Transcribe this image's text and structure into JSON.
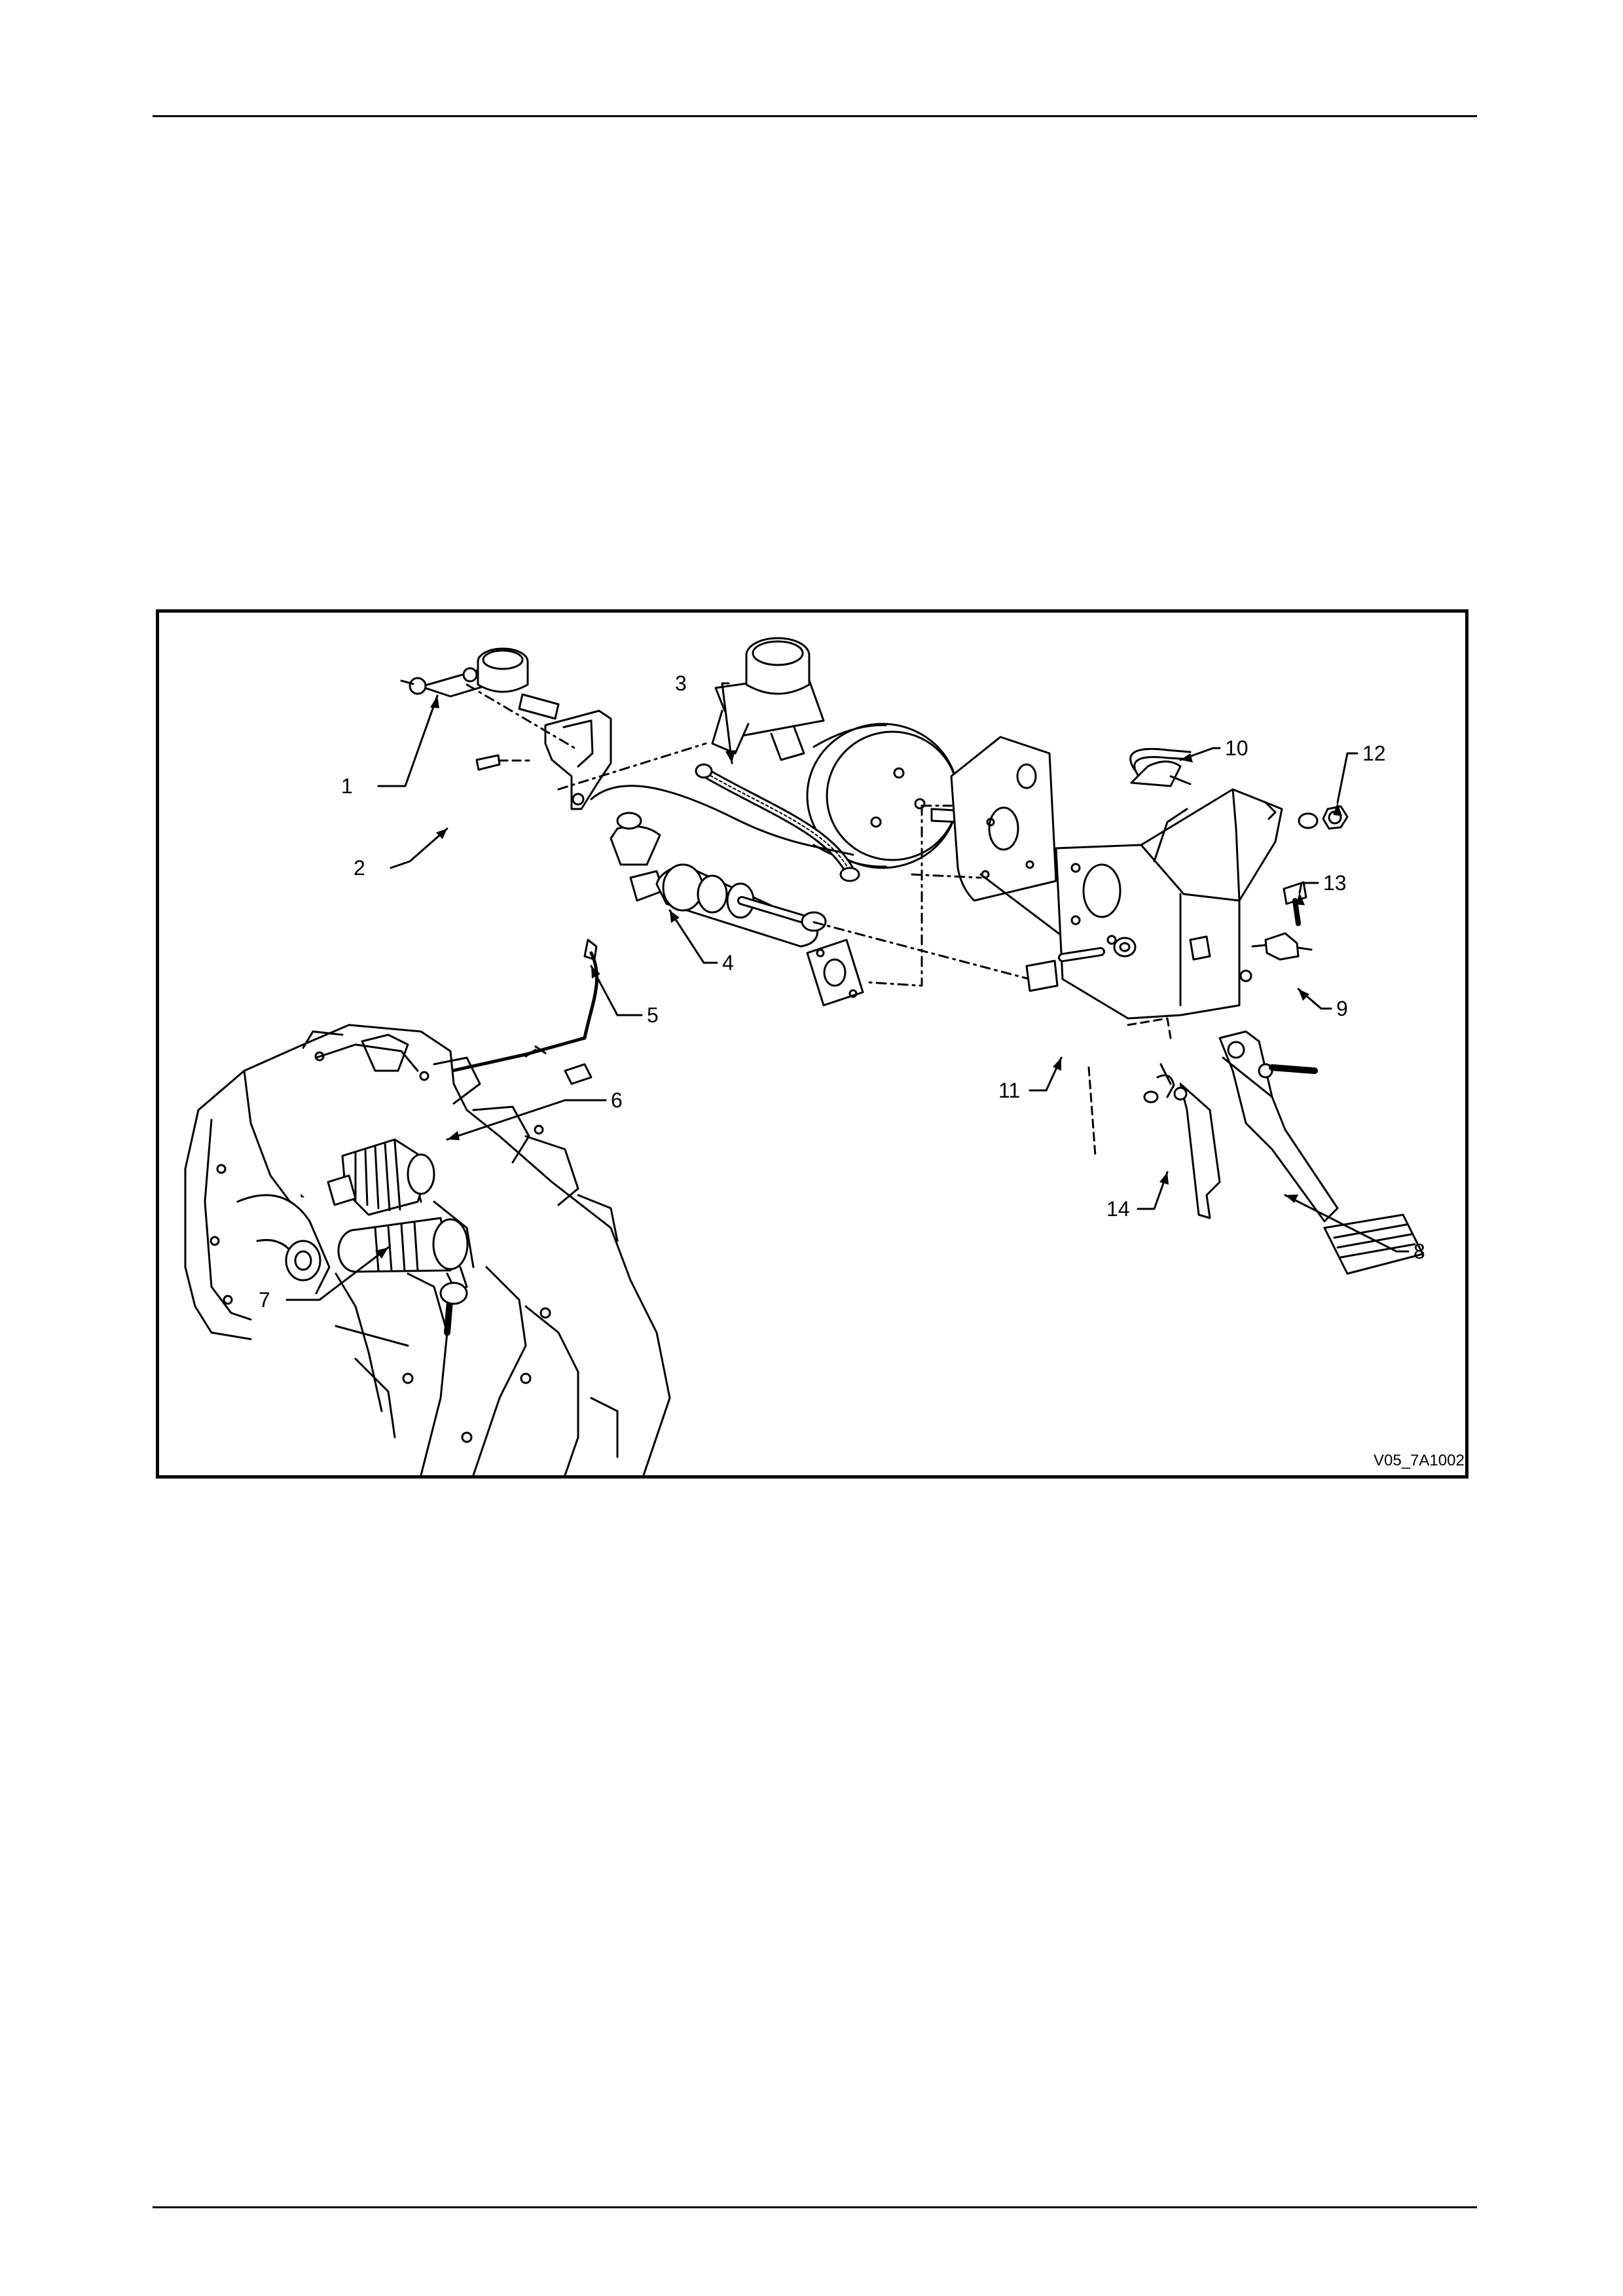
{
  "figure": {
    "diagram_id": "V05_7A1002",
    "callouts": [
      {
        "id": "1",
        "text": "1"
      },
      {
        "id": "2",
        "text": "2"
      },
      {
        "id": "3",
        "text": "3"
      },
      {
        "id": "4",
        "text": "4"
      },
      {
        "id": "5",
        "text": "5"
      },
      {
        "id": "6",
        "text": "6"
      },
      {
        "id": "7",
        "text": "7"
      },
      {
        "id": "8",
        "text": "8"
      },
      {
        "id": "9",
        "text": "9"
      },
      {
        "id": "10",
        "text": "10"
      },
      {
        "id": "11",
        "text": "11"
      },
      {
        "id": "12",
        "text": "12"
      },
      {
        "id": "13",
        "text": "13"
      },
      {
        "id": "14",
        "text": "14"
      }
    ]
  }
}
